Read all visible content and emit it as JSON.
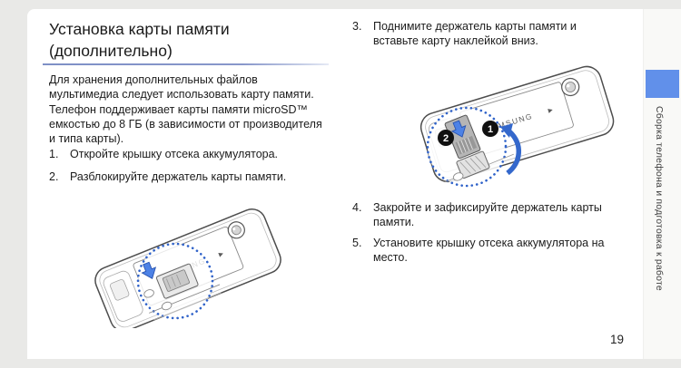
{
  "page": {
    "background_color": "#e9e9e7",
    "number": "19"
  },
  "left_column": {
    "title_line1": "Установка карты памяти",
    "title_line2": "(дополнительно)",
    "intro": "Для хранения дополнительных файлов мультимедиа следует использовать карту памяти. Телефон поддерживает карты памяти microSD™ емкостью до 8 ГБ (в зависимости от производителя и типа карты).",
    "steps": [
      {
        "num": "1.",
        "text": "Откройте крышку отсека аккумулятора."
      },
      {
        "num": "2.",
        "text": "Разблокируйте держатель карты памяти."
      }
    ]
  },
  "right_column": {
    "steps": [
      {
        "num": "3.",
        "text": "Поднимите держатель карты памяти и вставьте карту наклейкой вниз."
      },
      {
        "num": "4.",
        "text": "Закройте и зафиксируйте держатель карты памяти."
      },
      {
        "num": "5.",
        "text": "Установите крышку отсека аккумулятора на место."
      }
    ]
  },
  "sidebar": {
    "accent_color": "#6190ea",
    "label": "Сборка телефона и подготовка к работе"
  },
  "illustrations": {
    "brand": "SAMSUNG",
    "brand_arrow": "▶",
    "callout_1": "1",
    "callout_2": "2",
    "magnifier_blue": "#2f62c9",
    "arrow_blue": "#4d82e6"
  }
}
